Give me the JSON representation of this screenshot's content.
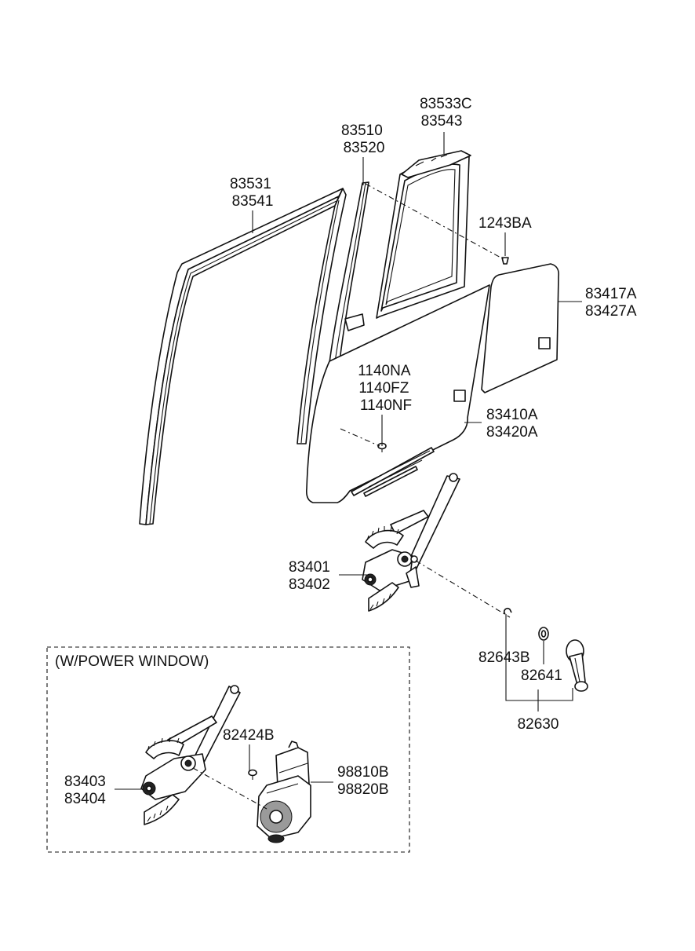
{
  "labels": {
    "p83533": [
      "83533C",
      "83543"
    ],
    "p83510": [
      "83510",
      "83520"
    ],
    "p83531": [
      "83531",
      "83541"
    ],
    "p1243": [
      "1243BA"
    ],
    "p83417": [
      "83417A",
      "83427A"
    ],
    "p1140": [
      "1140NA",
      "1140FZ",
      "1140NF"
    ],
    "p83410": [
      "83410A",
      "83420A"
    ],
    "p83401": [
      "83401",
      "83402"
    ],
    "p82643": [
      "82643B"
    ],
    "p82641": [
      "82641"
    ],
    "p82630": [
      "82630"
    ],
    "p83403": [
      "83403",
      "83404"
    ],
    "p82424": [
      "82424B"
    ],
    "p98810": [
      "98810B",
      "98820B"
    ]
  },
  "power_window_box_title": "(W/POWER WINDOW)"
}
